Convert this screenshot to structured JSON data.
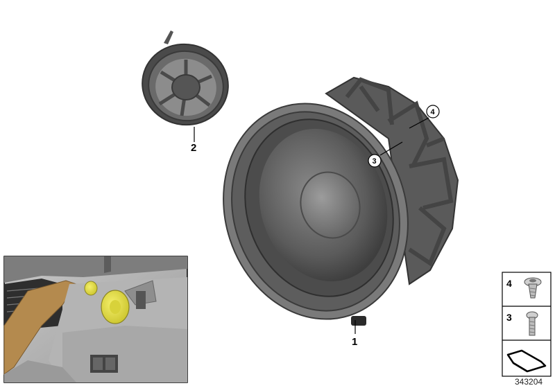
{
  "parts": [
    {
      "id": "1",
      "label": "1"
    },
    {
      "id": "2",
      "label": "2"
    },
    {
      "id": "3",
      "label": "3"
    },
    {
      "id": "4",
      "label": "4"
    }
  ],
  "legend": [
    {
      "label": "4",
      "icon": "flanged-screw-icon"
    },
    {
      "label": "3",
      "icon": "screw-icon"
    },
    {
      "label": "",
      "icon": "kit-symbol-icon"
    }
  ],
  "diagram_id": "343204",
  "colors": {
    "speaker_gray": "#6e6e6e",
    "speaker_dark": "#3c3c3c",
    "highlight_yellow": "#e8e23a",
    "trim_brown": "#b48a4e"
  }
}
